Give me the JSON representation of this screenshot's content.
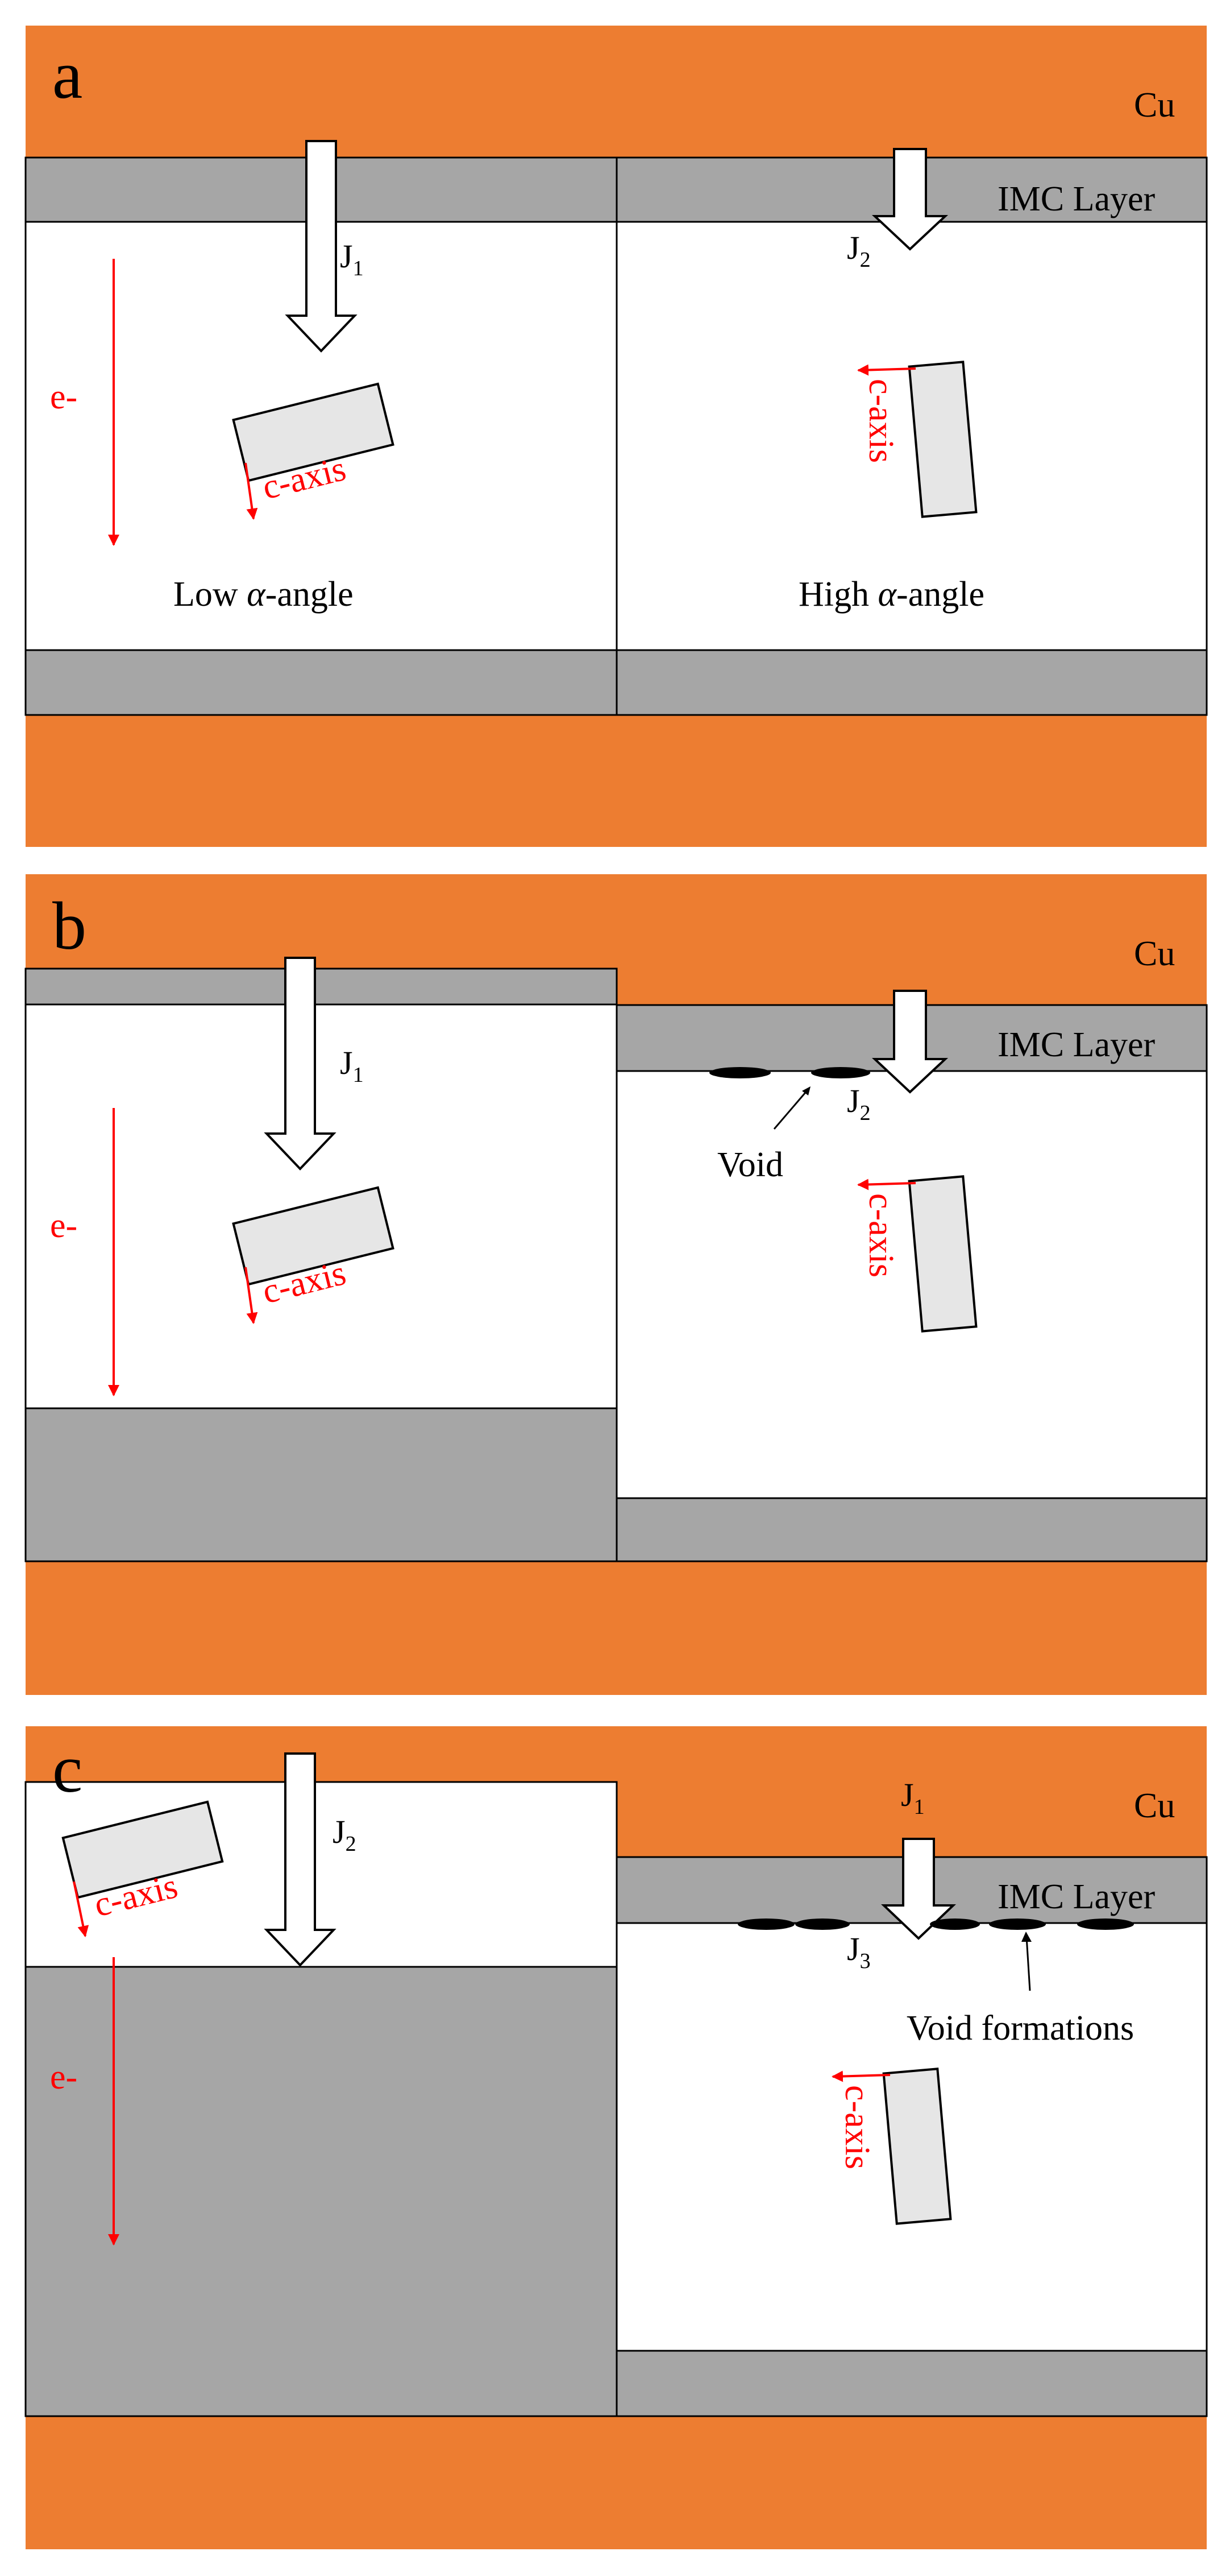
{
  "colors": {
    "copper": "#ed7d31",
    "imc": "#a6a6a6",
    "solder": "#ffffff",
    "grain": "#e6e6e6",
    "electron_arrow": "#ff0000",
    "outline": "#000000",
    "void": "#000000"
  },
  "panels": [
    {
      "letter": "a",
      "cu_label": "Cu",
      "imc_label": "IMC Layer",
      "electron_label": "e-",
      "left": {
        "current_label": "J",
        "current_subscript": "1",
        "caxis_label": "c-axis",
        "angle_label_pre": "Low ",
        "angle_label_symbol": "α",
        "angle_label_post": "-angle"
      },
      "right": {
        "current_label": "J",
        "current_subscript": "2",
        "caxis_label": "c-axis",
        "angle_label_pre": "High ",
        "angle_label_symbol": "α",
        "angle_label_post": "-angle"
      }
    },
    {
      "letter": "b",
      "cu_label": "Cu",
      "imc_label": "IMC Layer",
      "electron_label": "e-",
      "void_label": "Void",
      "left": {
        "current_label": "J",
        "current_subscript": "1",
        "caxis_label": "c-axis"
      },
      "right": {
        "current_label": "J",
        "current_subscript": "2",
        "caxis_label": "c-axis"
      }
    },
    {
      "letter": "c",
      "cu_label": "Cu",
      "imc_label": "IMC Layer",
      "electron_label": "e-",
      "void_label": "Void formations",
      "left": {
        "current_label": "J",
        "current_subscript": "2",
        "caxis_label": "c-axis"
      },
      "right": {
        "current_top_label": "J",
        "current_top_subscript": "1",
        "current_label": "J",
        "current_subscript": "3",
        "caxis_label": "c-axis"
      }
    }
  ]
}
